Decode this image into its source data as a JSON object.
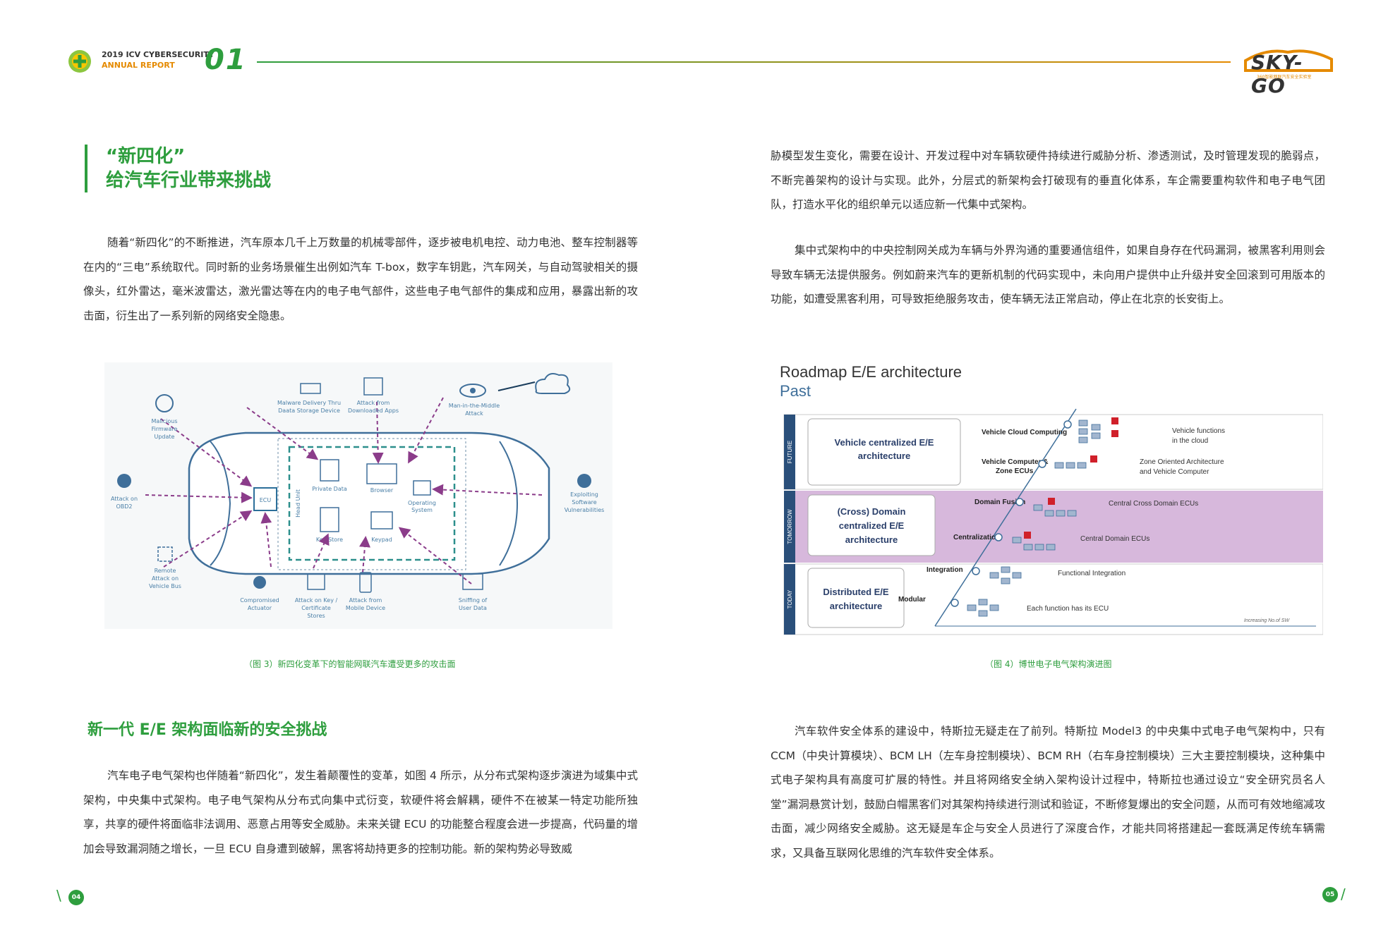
{
  "header": {
    "report_line1": "2019 ICV CYBERSECURITY",
    "report_line2": "ANNUAL REPORT",
    "number": "01",
    "brand": "SKY-GO",
    "brand_sub": "360智能网联汽车安全实验室"
  },
  "left": {
    "title_line1": "“新四化”",
    "title_line2": "给汽车行业带来挑战",
    "para1": "随着“新四化”的不断推进，汽车原本几千上万数量的机械零部件，逐步被电机电控、动力电池、整车控制器等在内的“三电”系统取代。同时新的业务场景催生出例如汽车 T-box，数字车钥匙，汽车网关，与自动驾驶相关的摄像头，红外雷达，毫米波雷达，激光雷达等在内的电子电气部件，这些电子电气部件的集成和应用，暴露出新的攻击面，衍生出了一系列新的网络安全隐患。",
    "caption": "（图 3）新四化变革下的智能网联汽车遭受更多的攻击面",
    "section_title": "新一代 E/E 架构面临新的安全挑战",
    "para2": "汽车电子电气架构也伴随着“新四化”，发生着颠覆性的变革，如图 4 所示，从分布式架构逐步演进为域集中式架构，中央集中式架构。电子电气架构从分布式向集中式衍变，软硬件将会解耦，硬件不在被某一特定功能所独享，共享的硬件将面临非法调用、恶意占用等安全威胁。未来关键 ECU 的功能整合程度会进一步提高，代码量的增加会导致漏洞随之增长，一旦 ECU 自身遭到破解，黑客将劫持更多的控制功能。新的架构势必导致威",
    "page": "04"
  },
  "fig3": {
    "labels": {
      "firmware": [
        "Malicious",
        "Firmware",
        "Update"
      ],
      "malware": [
        "Malware Delivery Thru",
        "Daata Storage Device"
      ],
      "apps": [
        "Attack from",
        "Downloaded Apps"
      ],
      "mitm": [
        "Man-in-the-Middle",
        "Attack"
      ],
      "obd": [
        "Attack on",
        "OBD2"
      ],
      "exploit": [
        "Exploiting",
        "Software",
        "Vulnerabilities"
      ],
      "remote": [
        "Remote",
        "Attack on",
        "Vehicle Bus"
      ],
      "actuator": [
        "Compromised",
        "Actuator"
      ],
      "keys": [
        "Attack on Key /",
        "Certificate",
        "Stores"
      ],
      "mobile": [
        "Attack from",
        "Mobile Device"
      ],
      "sniff": [
        "Sniffing of",
        "User Data"
      ],
      "ecu": "ECU",
      "head_unit": "Head Unit",
      "private_data": "Private Data",
      "browser": "Browser",
      "key_store": "Key Store",
      "keypad": "Keypad",
      "os": [
        "Operating",
        "System"
      ]
    }
  },
  "right": {
    "para1": "胁模型发生变化，需要在设计、开发过程中对车辆软硬件持续进行威胁分析、渗透测试，及时管理发现的脆弱点，不断完善架构的设计与实现。此外，分层式的新架构会打破现有的垂直化体系，车企需要重构软件和电子电气团队，打造水平化的组织单元以适应新一代集中式架构。",
    "para2": "集中式架构中的中央控制网关成为车辆与外界沟通的重要通信组件，如果自身存在代码漏洞，被黑客利用则会导致车辆无法提供服务。例如蔚来汽车的更新机制的代码实现中，未向用户提供中止升级并安全回滚到可用版本的功能，如遭受黑客利用，可导致拒绝服务攻击，使车辆无法正常启动，停止在北京的长安街上。",
    "caption": "（图 4）博世电子电气架构演进图",
    "para3": "汽车软件安全体系的建设中，特斯拉无疑走在了前列。特斯拉 Model3 的中央集中式电子电气架构中，只有 CCM（中央计算模块）、BCM LH（左车身控制模块）、BCM RH（右车身控制模块）三大主要控制模块，这种集中式电子架构具有高度可扩展的特性。并且将网络安全纳入架构设计过程中，特斯拉也通过设立“安全研究员名人堂”漏洞悬赏计划，鼓励白帽黑客们对其架构持续进行测试和验证，不断修复爆出的安全问题，从而可有效地缩减攻击面，减少网络安全威胁。这无疑是车企与安全人员进行了深度合作，才能共同将搭建起一套既满足传统车辆需求，又具备互联网化思维的汽车软件安全体系。",
    "page": "05"
  },
  "fig4": {
    "title": "Roadmap E/E architecture",
    "subtitle": "Past",
    "rows": [
      {
        "band": "FUTURE",
        "box": [
          "Vehicle centralized E/E",
          "architecture"
        ]
      },
      {
        "band": "TOMORROW",
        "box": [
          "(Cross) Domain",
          "centralized E/E",
          "architecture"
        ]
      },
      {
        "band": "TODAY",
        "box": [
          "Distributed E/E",
          "architecture"
        ]
      }
    ],
    "steps": [
      "Vehicle Cloud Computing",
      "Vehicle Computer &",
      "Zone ECUs",
      "Domain Fusion",
      "Centralization",
      "Integration",
      "Modular"
    ],
    "descs": [
      "Vehicle functions",
      "in the cloud",
      "Zone Oriented Architecture",
      "and Vehicle Computer",
      "Central Cross Domain ECUs",
      "Central Domain ECUs",
      "Functional Integration",
      "Each function has its ECU"
    ],
    "axis": "Increasing No.of SW"
  },
  "colors": {
    "green": "#2e9e3e",
    "orange": "#e58a00",
    "purple_band": "#d7b8dc",
    "blue": "#4a7fa7"
  }
}
